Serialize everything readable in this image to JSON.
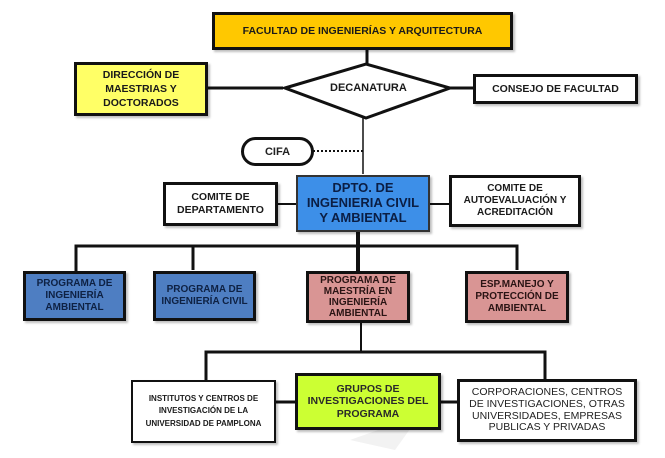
{
  "diagram": {
    "type": "organizational-chart",
    "nodes": {
      "faculty": "FACULTAD DE INGENIERÍAS Y ARQUITECTURA",
      "masters_direction": "DIRECCIÓN DE\nMAESTRIAS Y\nDOCTORADOS",
      "deanship": "DECANATURA",
      "faculty_council": "CONSEJO DE FACULTAD",
      "cifa": "CIFA",
      "department": "DPTO. DE\nINGENIERIA  CIVIL\nY AMBIENTAL",
      "department_committee": "COMITE DE\nDEPARTAMENTO",
      "self_evaluation_committee": "COMITE DE\nAUTOEVALUACIÓN Y\nACREDITACIÓN",
      "program_env_eng": "PROGRAMA DE\nINGENIERÍA\nAMBIENTAL",
      "program_civil_eng": "PROGRAMA DE\nINGENIERÍA CIVIL",
      "program_masters_env": "PROGRAMA DE\nMAESTRÍA EN\nINGENIERÍA\nAMBIENTAL",
      "specialization": "ESP.MANEJO Y\nPROTECCIÓN DE\nAMBIENTAL",
      "institutes": "INSTITUTOS Y CENTROS DE\nINVESTIGACIÓN DE LA\nUNIVERSIDAD DE PAMPLONA",
      "research_groups": "GRUPOS DE\nINVESTIGACIONES DEL\nPROGRAMA",
      "external_entities": "CORPORACIONES, CENTROS\nDE INVESTIGACIONES, OTRAS\nUNIVERSIDADES, EMPRESAS\nPUBLICAS Y PRIVADAS"
    },
    "edges": [
      {
        "from": "faculty",
        "to": "deanship",
        "style": "solid"
      },
      {
        "from": "masters_direction",
        "to": "deanship",
        "style": "solid"
      },
      {
        "from": "deanship",
        "to": "faculty_council",
        "style": "solid"
      },
      {
        "from": "deanship",
        "to": "department",
        "style": "solid"
      },
      {
        "from": "cifa",
        "to": "department",
        "style": "dotted"
      },
      {
        "from": "department_committee",
        "to": "department",
        "style": "solid"
      },
      {
        "from": "department",
        "to": "self_evaluation_committee",
        "style": "solid"
      },
      {
        "from": "department",
        "to": "program_env_eng",
        "style": "solid"
      },
      {
        "from": "department",
        "to": "program_civil_eng",
        "style": "solid"
      },
      {
        "from": "department",
        "to": "program_masters_env",
        "style": "solid"
      },
      {
        "from": "department",
        "to": "specialization",
        "style": "solid"
      },
      {
        "from": "program_masters_env",
        "to": "institutes",
        "style": "solid"
      },
      {
        "from": "program_masters_env",
        "to": "external_entities",
        "style": "solid"
      },
      {
        "from": "institutes",
        "to": "research_groups",
        "style": "solid"
      },
      {
        "from": "research_groups",
        "to": "external_entities",
        "style": "solid"
      }
    ],
    "colors": {
      "faculty": "#ffc800",
      "masters_direction": "#ffff66",
      "department": "#3d8fe8",
      "programs_blue": "#4e7ec2",
      "programs_pink": "#d99594",
      "research_groups": "#ccff33",
      "outline": "#111111"
    }
  }
}
